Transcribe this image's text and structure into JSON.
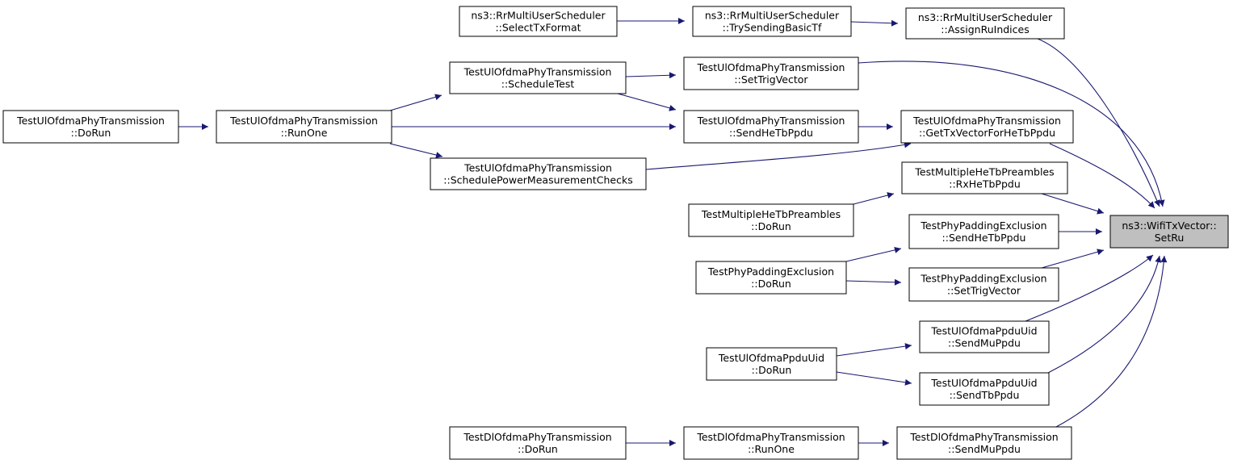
{
  "graph": {
    "target": "setru",
    "colors": {
      "edge": "#191970",
      "target_fill": "#bfbfbf",
      "node_fill": "#ffffff",
      "node_border": "#000000"
    },
    "nodes": [
      {
        "id": "setru",
        "lines": [
          "ns3::WifiTxVector::",
          "SetRu"
        ]
      },
      {
        "id": "assignru",
        "lines": [
          "ns3::RrMultiUserScheduler",
          "::AssignRuIndices"
        ]
      },
      {
        "id": "trysending",
        "lines": [
          "ns3::RrMultiUserScheduler",
          "::TrySendingBasicTf"
        ]
      },
      {
        "id": "selecttx",
        "lines": [
          "ns3::RrMultiUserScheduler",
          "::SelectTxFormat"
        ]
      },
      {
        "id": "ul_settrig",
        "lines": [
          "TestUlOfdmaPhyTransmission",
          "::SetTrigVector"
        ]
      },
      {
        "id": "ul_schedtest",
        "lines": [
          "TestUlOfdmaPhyTransmission",
          "::ScheduleTest"
        ]
      },
      {
        "id": "ul_runone",
        "lines": [
          "TestUlOfdmaPhyTransmission",
          "::RunOne"
        ]
      },
      {
        "id": "ul_dorun",
        "lines": [
          "TestUlOfdmaPhyTransmission",
          "::DoRun"
        ]
      },
      {
        "id": "ul_sendhetb",
        "lines": [
          "TestUlOfdmaPhyTransmission",
          "::SendHeTbPpdu"
        ]
      },
      {
        "id": "ul_gettxvec",
        "lines": [
          "TestUlOfdmaPhyTransmission",
          "::GetTxVectorForHeTbPpdu"
        ]
      },
      {
        "id": "ul_schedpower",
        "lines": [
          "TestUlOfdmaPhyTransmission",
          "::SchedulePowerMeasurementChecks"
        ]
      },
      {
        "id": "mhe_rx",
        "lines": [
          "TestMultipleHeTbPreambles",
          "::RxHeTbPpdu"
        ]
      },
      {
        "id": "mhe_dorun",
        "lines": [
          "TestMultipleHeTbPreambles",
          "::DoRun"
        ]
      },
      {
        "id": "pad_send",
        "lines": [
          "TestPhyPaddingExclusion",
          "::SendHeTbPpdu"
        ]
      },
      {
        "id": "pad_settrig",
        "lines": [
          "TestPhyPaddingExclusion",
          "::SetTrigVector"
        ]
      },
      {
        "id": "pad_dorun",
        "lines": [
          "TestPhyPaddingExclusion",
          "::DoRun"
        ]
      },
      {
        "id": "uid_sendmu",
        "lines": [
          "TestUlOfdmaPpduUid",
          "::SendMuPpdu"
        ]
      },
      {
        "id": "uid_sendtb",
        "lines": [
          "TestUlOfdmaPpduUid",
          "::SendTbPpdu"
        ]
      },
      {
        "id": "uid_dorun",
        "lines": [
          "TestUlOfdmaPpduUid",
          "::DoRun"
        ]
      },
      {
        "id": "dl_sendmu",
        "lines": [
          "TestDlOfdmaPhyTransmission",
          "::SendMuPpdu"
        ]
      },
      {
        "id": "dl_runone",
        "lines": [
          "TestDlOfdmaPhyTransmission",
          "::RunOne"
        ]
      },
      {
        "id": "dl_dorun",
        "lines": [
          "TestDlOfdmaPhyTransmission",
          "::DoRun"
        ]
      }
    ],
    "edges": [
      {
        "from": "selecttx",
        "to": "trysending"
      },
      {
        "from": "trysending",
        "to": "assignru"
      },
      {
        "from": "assignru",
        "to": "setru"
      },
      {
        "from": "ul_schedtest",
        "to": "ul_settrig"
      },
      {
        "from": "ul_settrig",
        "to": "setru"
      },
      {
        "from": "ul_dorun",
        "to": "ul_runone"
      },
      {
        "from": "ul_runone",
        "to": "ul_schedtest"
      },
      {
        "from": "ul_schedtest",
        "to": "ul_sendhetb"
      },
      {
        "from": "ul_runone",
        "to": "ul_sendhetb"
      },
      {
        "from": "ul_runone",
        "to": "ul_schedpower"
      },
      {
        "from": "ul_sendhetb",
        "to": "ul_gettxvec"
      },
      {
        "from": "ul_schedpower",
        "to": "ul_gettxvec"
      },
      {
        "from": "ul_gettxvec",
        "to": "setru"
      },
      {
        "from": "mhe_dorun",
        "to": "mhe_rx"
      },
      {
        "from": "mhe_rx",
        "to": "setru"
      },
      {
        "from": "pad_send",
        "to": "setru"
      },
      {
        "from": "pad_dorun",
        "to": "pad_send"
      },
      {
        "from": "pad_dorun",
        "to": "pad_settrig"
      },
      {
        "from": "pad_settrig",
        "to": "setru"
      },
      {
        "from": "uid_dorun",
        "to": "uid_sendmu"
      },
      {
        "from": "uid_dorun",
        "to": "uid_sendtb"
      },
      {
        "from": "uid_sendmu",
        "to": "setru"
      },
      {
        "from": "uid_sendtb",
        "to": "setru"
      },
      {
        "from": "dl_dorun",
        "to": "dl_runone"
      },
      {
        "from": "dl_runone",
        "to": "dl_sendmu"
      },
      {
        "from": "dl_sendmu",
        "to": "setru"
      }
    ]
  }
}
